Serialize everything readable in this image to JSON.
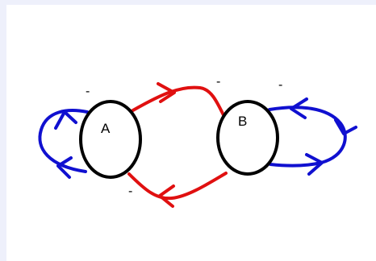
{
  "diagram": {
    "nodes": [
      {
        "id": "A",
        "label": "A"
      },
      {
        "id": "B",
        "label": "B"
      }
    ],
    "edges": [
      {
        "from": "A",
        "to": "A",
        "sign": "-",
        "color": "#1010d0"
      },
      {
        "from": "A",
        "to": "B",
        "sign": "-",
        "color": "#e01010"
      },
      {
        "from": "B",
        "to": "A",
        "sign": "-",
        "color": "#e01010"
      },
      {
        "from": "B",
        "to": "B",
        "sign": "-",
        "color": "#1010d0"
      }
    ],
    "colors": {
      "background": "#ffffff",
      "frame": "#eef0fb",
      "node_stroke": "#000000",
      "self_loop": "#1010d0",
      "cross_edge": "#e01010"
    }
  }
}
